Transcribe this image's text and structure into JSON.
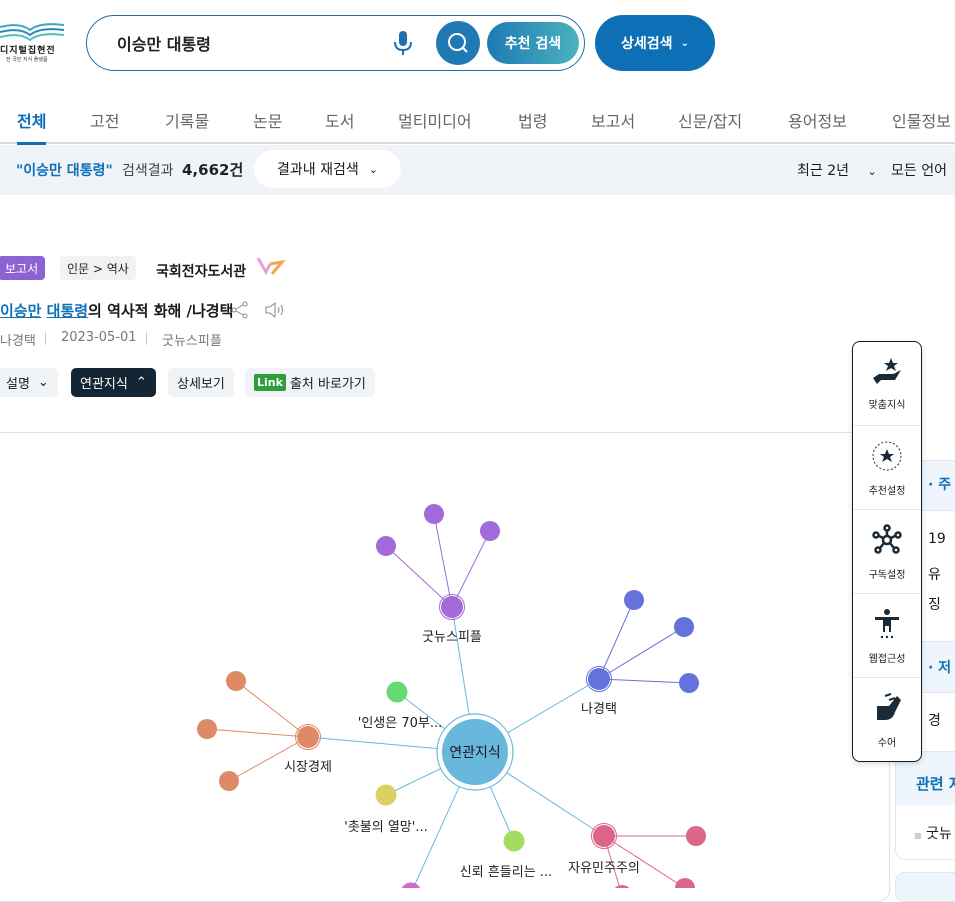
{
  "header": {
    "logo_text": "디지털집현전",
    "logo_sub": "전 국민 지식 플랫폼",
    "search_value": "이승만 대통령",
    "recommend_label": "추천 검색",
    "advanced_label": "상세검색"
  },
  "tabs": [
    {
      "label": "전체",
      "active": true
    },
    {
      "label": "고전"
    },
    {
      "label": "기록물"
    },
    {
      "label": "논문"
    },
    {
      "label": "도서"
    },
    {
      "label": "멀티미디어"
    },
    {
      "label": "법령"
    },
    {
      "label": "보고서"
    },
    {
      "label": "신문/잡지"
    },
    {
      "label": "용어정보"
    },
    {
      "label": "인물정보"
    }
  ],
  "results": {
    "query": "\"이승만 대통령\"",
    "label": "검색결과",
    "count": "4,662건",
    "refine_label": "결과내 재검색",
    "period": "최근 2년",
    "language": "모든 언어"
  },
  "item": {
    "type_badge": "보고서",
    "category": "인문 > 역사",
    "provider": "국회전자도서관",
    "title_link1": "이승만",
    "title_link2": "대통령",
    "title_rest": "의 역사적 화해 /나경택",
    "author": "나경택",
    "date": "2023-05-01",
    "publisher": "굿뉴스피플",
    "buttons": {
      "desc": "설명",
      "related": "연관지식",
      "detail": "상세보기",
      "link_badge": "Link",
      "source": "출처 바로가기"
    }
  },
  "graph": {
    "center": "연관지식",
    "center_color": "#68b7dc",
    "nodes": [
      {
        "label": "굿뉴스피플",
        "color": "#a36ad9"
      },
      {
        "label": "나경택",
        "color": "#6672db"
      },
      {
        "label": "시장경제",
        "color": "#de8a66"
      },
      {
        "label": "'인생은 70부...",
        "color": "#66d973"
      },
      {
        "label": "'촛불의 열망'...",
        "color": "#dbd163"
      },
      {
        "label": "신뢰 흔들리는 ...",
        "color": "#a3dc63"
      },
      {
        "label": "자유민주주의",
        "color": "#dd6588"
      },
      {
        "label": "",
        "color": "#d866d0"
      }
    ]
  },
  "right_panel": {
    "frag1": "· 주",
    "frag2": "19",
    "frag3": "유",
    "frag4": "징",
    "frag5": "· 저",
    "frag6": "경",
    "related_title": "관련 자",
    "related_item": "굿뉴"
  },
  "widget": [
    {
      "label": "맞춤지식",
      "icon": "hand-star"
    },
    {
      "label": "추천설정",
      "icon": "star-circle"
    },
    {
      "label": "구독설정",
      "icon": "network"
    },
    {
      "label": "웹접근성",
      "icon": "accessibility"
    },
    {
      "label": "수어",
      "icon": "sign-language"
    }
  ]
}
